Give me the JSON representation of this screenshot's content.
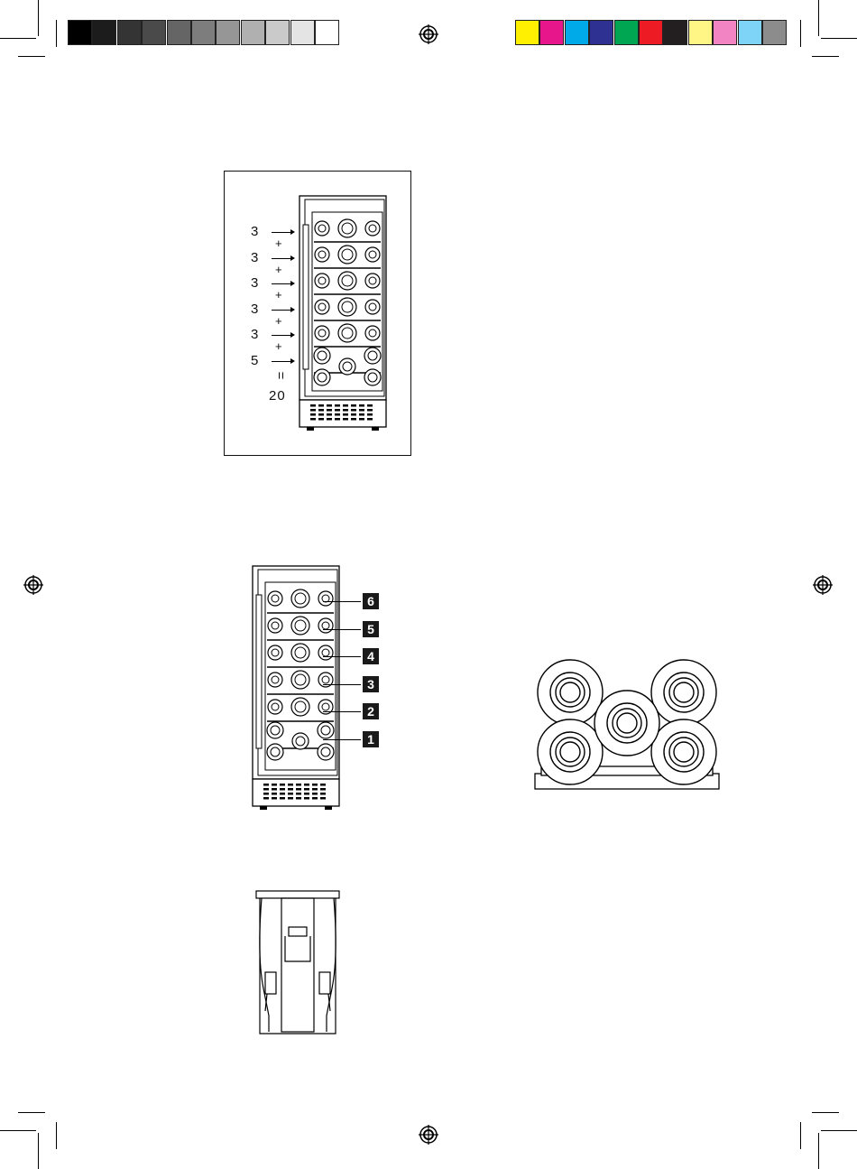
{
  "color_bar": {
    "grays": [
      "#000000",
      "#1c1c1c",
      "#343434",
      "#4a4a4a",
      "#656565",
      "#7d7d7d",
      "#969696",
      "#b0b0b0",
      "#cacaca",
      "#e4e4e4",
      "#ffffff"
    ],
    "colors": [
      "#ffef00",
      "#e8168b",
      "#00a9e8",
      "#2e3192",
      "#00a651",
      "#ed1c24",
      "#231f20",
      "#fff685",
      "#f384c4",
      "#7ed4f7",
      "#8c8c8c"
    ]
  },
  "capacity_diagram": {
    "shelf_counts": [
      "3",
      "3",
      "3",
      "3",
      "3",
      "5"
    ],
    "plus_sign": "+",
    "equals_sign": "=",
    "total": "20"
  },
  "shelf_diagram": {
    "shelf_numbers": [
      "6",
      "5",
      "4",
      "3",
      "2",
      "1"
    ]
  },
  "icons": {
    "registration_mark": "registration-mark-icon",
    "bottle_stack": "bottle-stack-icon",
    "shelf_bracket": "shelf-bracket-icon"
  }
}
